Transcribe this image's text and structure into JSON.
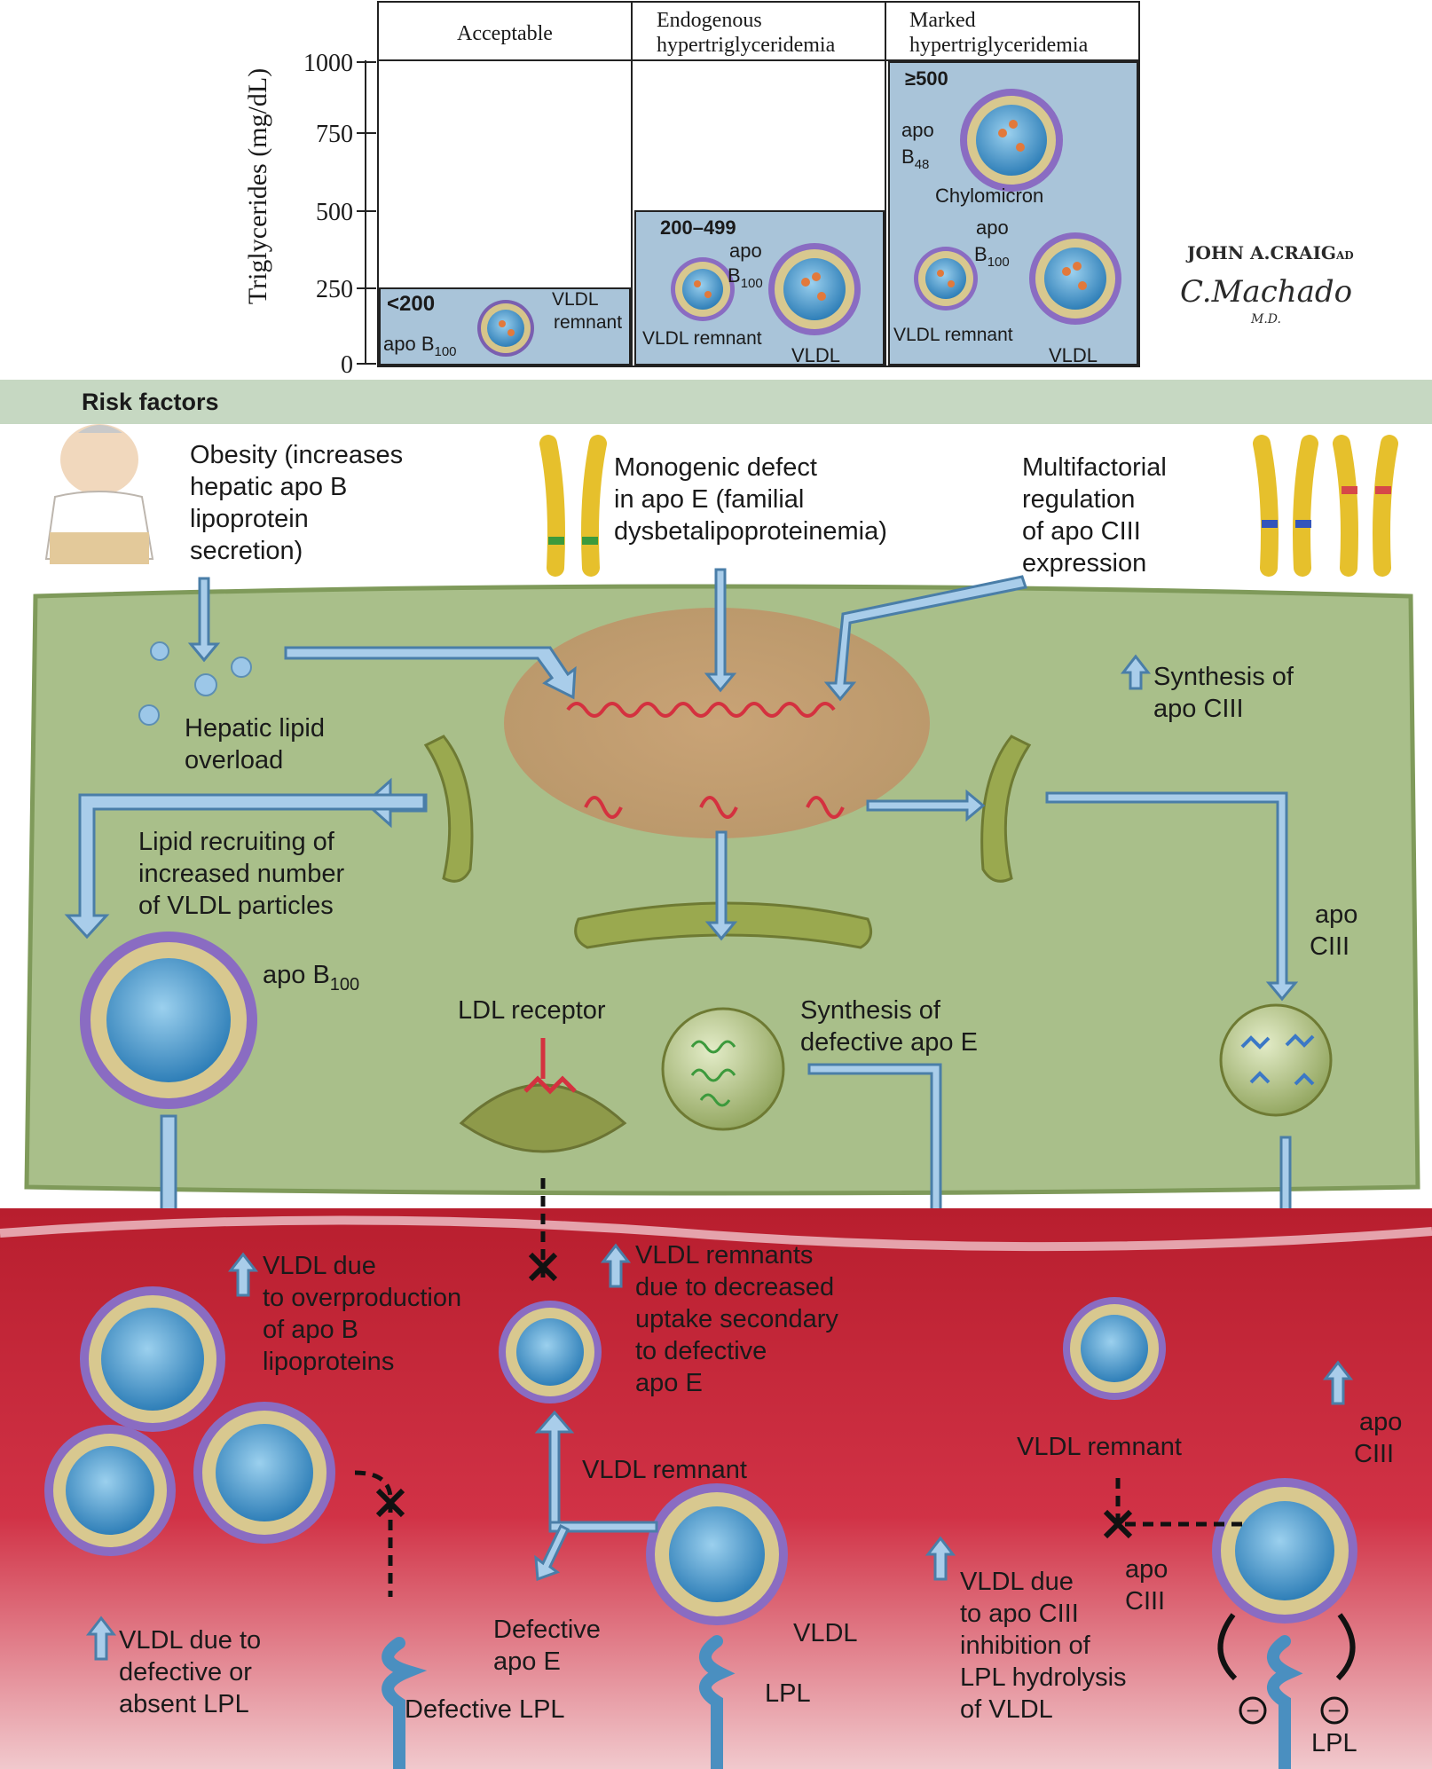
{
  "chart": {
    "y_axis_label": "Triglycerides (mg/dL)",
    "y_ticks": [
      "1000",
      "750",
      "500",
      "250",
      "0"
    ],
    "columns": {
      "acceptable": "Acceptable",
      "endogenous": [
        "Endogenous",
        "hypertriglyceridemia"
      ],
      "marked": [
        "Marked",
        "hypertriglyceridemia"
      ]
    },
    "thresholds": {
      "acceptable": "<200",
      "endogenous": "200–499",
      "marked": "≥500"
    },
    "particle_labels": {
      "apo_b100_acc": [
        "apo B",
        "100"
      ],
      "vldl_remnant_acc": [
        "VLDL",
        "remnant"
      ],
      "apo_b100_endo": [
        "apo",
        "B",
        "100"
      ],
      "vldl_remnant_endo": "VLDL remnant",
      "vldl_endo": "VLDL",
      "apo_b48": [
        "apo",
        "B",
        "48"
      ],
      "chylomicron": "Chylomicron",
      "apo_b100_marked": [
        "apo",
        "B",
        "100"
      ],
      "vldl_remnant_marked": "VLDL remnant",
      "vldl_marked": "VLDL"
    }
  },
  "signature": {
    "line1": "JOHN A.CRAIG",
    "line1_suffix": "AD",
    "line2": "C.Machado",
    "line3": "M.D."
  },
  "risk_factors": {
    "header": "Risk factors",
    "obesity": [
      "Obesity (increases",
      "hepatic apo B",
      "lipoprotein",
      "secretion)"
    ],
    "monogenic": [
      "Monogenic defect",
      "in apo E (familial",
      "dysbetalipoproteinemia)"
    ],
    "multifactorial": [
      "Multifactorial",
      "regulation",
      "of apo CIII",
      "expression"
    ]
  },
  "cell": {
    "hepatic_lipid": [
      "Hepatic lipid",
      "overload"
    ],
    "synthesis_apo_ciii": [
      "Synthesis of",
      "apo CIII"
    ],
    "lipid_recruiting": [
      "Lipid recruiting of",
      "increased number",
      "of VLDL particles"
    ],
    "apo_b100": [
      "apo B",
      "100"
    ],
    "ldl_receptor": "LDL receptor",
    "defective_apo_e_synthesis": [
      "Synthesis of",
      "defective apo E"
    ],
    "apo_ciii": [
      "apo",
      "CIII"
    ]
  },
  "blood": {
    "vldl_overproduction": [
      "VLDL due",
      "to overproduction",
      "of apo B",
      "lipoproteins"
    ],
    "vldl_remnants_decreased": [
      "VLDL remnants",
      "due to decreased",
      "uptake secondary",
      "to defective",
      "apo E"
    ],
    "vldl_remnant_center": "VLDL remnant",
    "defective_apo_e": [
      "Defective",
      "apo E"
    ],
    "vldl_center": "VLDL",
    "lpl_center": "LPL",
    "vldl_defective_lpl": [
      "VLDL due to",
      "defective or",
      "absent LPL"
    ],
    "defective_lpl": "Defective LPL",
    "vldl_remnant_right": "VLDL remnant",
    "apo_ciii_up": [
      "apo",
      "CIII"
    ],
    "apo_ciii_side": [
      "apo",
      "CIII"
    ],
    "vldl_apo_ciii": [
      "VLDL due",
      "to apo CIII",
      "inhibition of",
      "LPL hydrolysis",
      "of VLDL"
    ],
    "lpl_right": "LPL",
    "minus_sign": "−"
  },
  "colors": {
    "chart_fill": "#a9c4d9",
    "risk_band": "#c6d8c2",
    "cell_green": "#a9bf8a",
    "nucleus": "#c6a477",
    "blood_red": "#c8283a",
    "arrow_blue": "#a9cdea"
  }
}
